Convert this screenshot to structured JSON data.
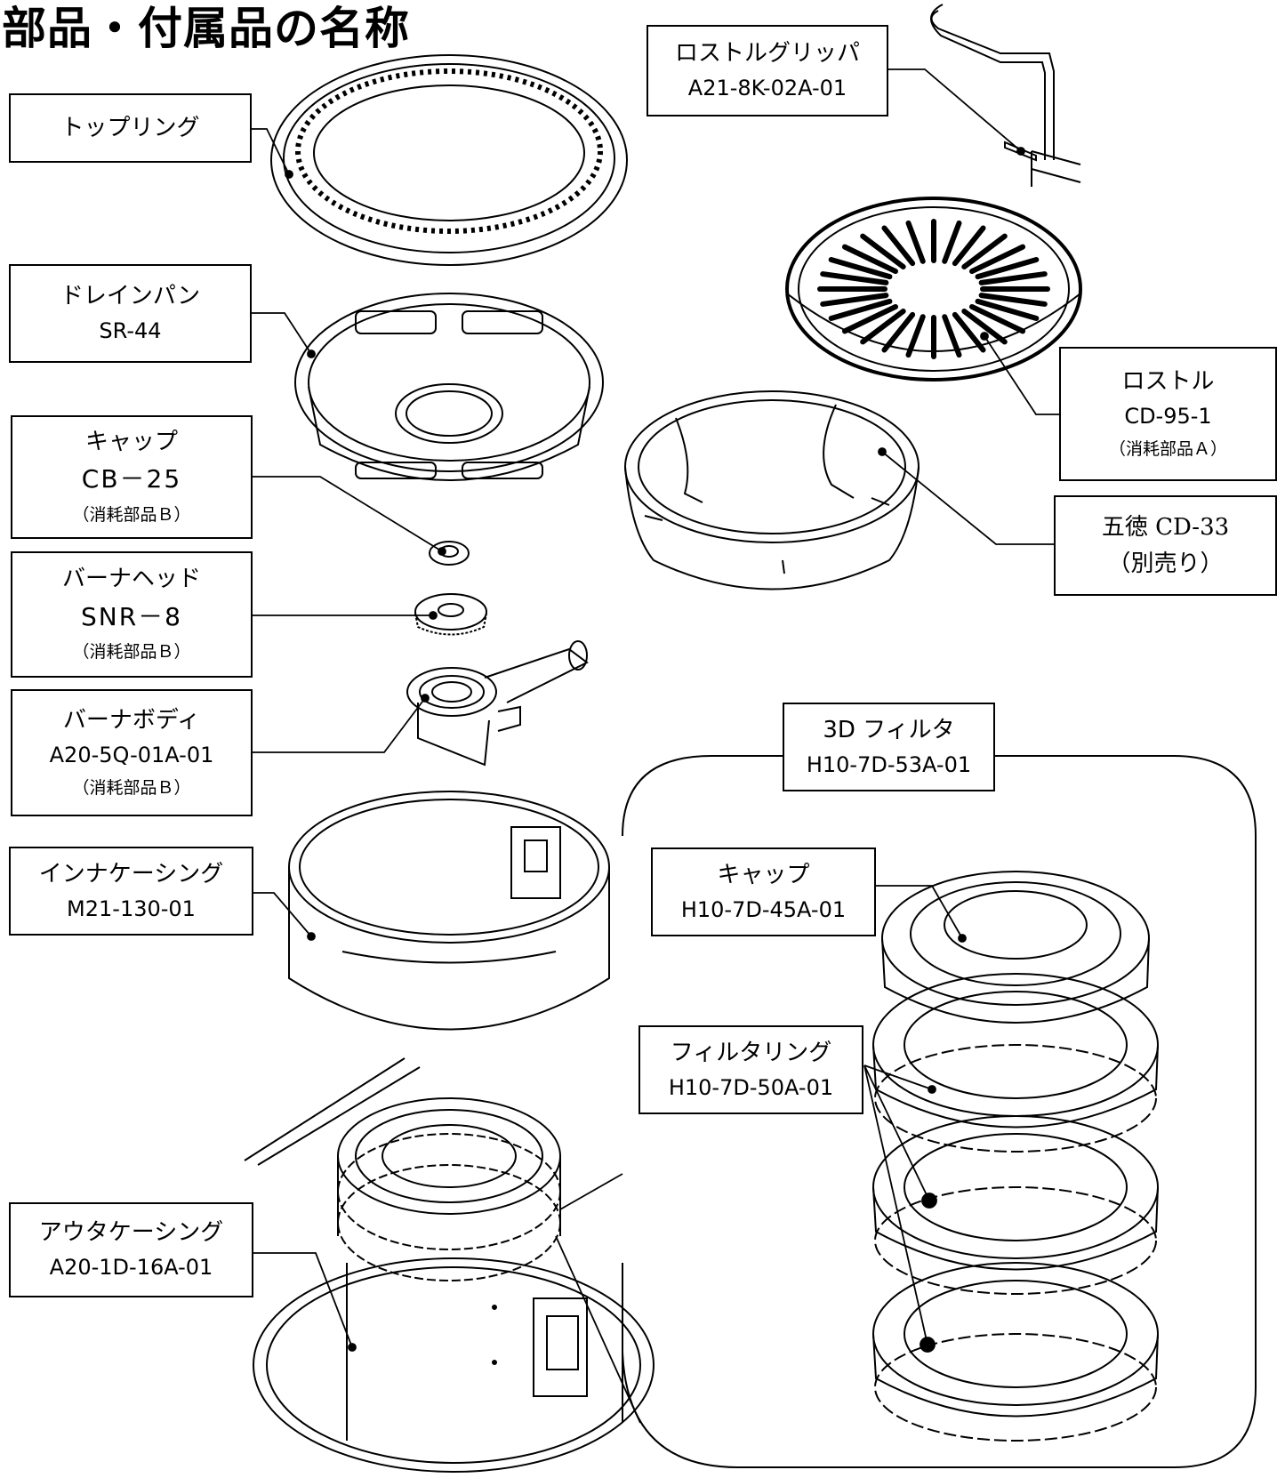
{
  "title": "部品・付属品の名称",
  "parts": {
    "top_ring": {
      "name": "トップリング"
    },
    "drain_pan": {
      "name": "ドレインパン",
      "code": "SR-44"
    },
    "cap": {
      "name": "キャップ",
      "code": "CB－25",
      "note": "（消耗部品Ｂ）"
    },
    "burner_head": {
      "name": "バーナヘッド",
      "code": "SNR－8",
      "note": "（消耗部品Ｂ）"
    },
    "burner_body": {
      "name": "バーナボディ",
      "code": "A20-5Q-01A-01",
      "note": "（消耗部品Ｂ）"
    },
    "inner_casing": {
      "name": "インナケーシング",
      "code": "M21-130-01"
    },
    "outer_casing": {
      "name": "アウタケーシング",
      "code": "A20-1D-16A-01"
    },
    "roster_gripper": {
      "name": "ロストルグリッパ",
      "code": "A21-8K-02A-01"
    },
    "roster": {
      "name": "ロストル",
      "code": "CD-95-1",
      "note": "（消耗部品Ａ）"
    },
    "gotoku": {
      "name": "五徳 CD-33",
      "note": "（別売り）"
    },
    "filter_3d": {
      "name": "3D フィルタ",
      "code": "H10-7D-53A-01"
    },
    "filter_cap": {
      "name": "キャップ",
      "code": "H10-7D-45A-01"
    },
    "filter_ring": {
      "name": "フィルタリング",
      "code": "H10-7D-50A-01"
    }
  }
}
